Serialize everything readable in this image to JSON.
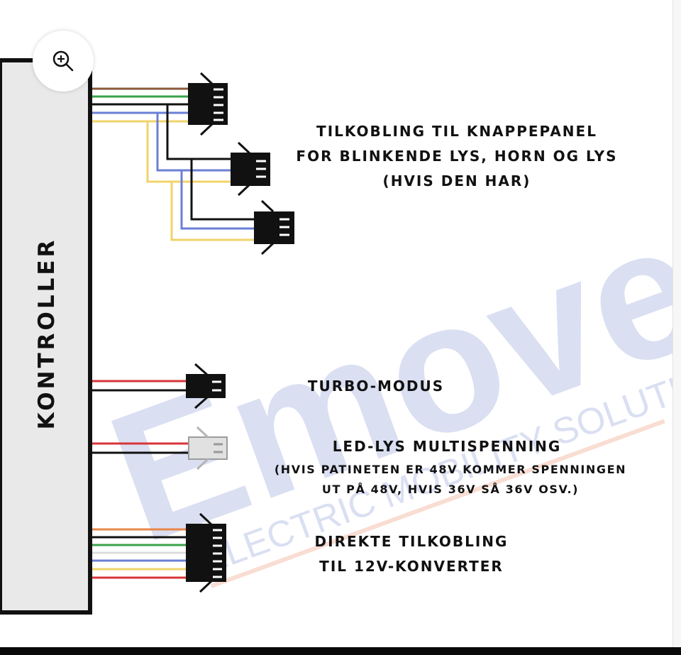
{
  "controller": {
    "label": "KONTROLLER"
  },
  "watermark": {
    "brand": "Emove",
    "tagline": "ELECTRIC MOBILITY SOLUTION"
  },
  "zoom": {
    "icon": "zoom-in-icon"
  },
  "groups": [
    {
      "id": "button-panel",
      "lines": [
        "TILKOBLING TIL KNAPPEPANEL",
        "FOR BLINKENDE LYS, HORN OG LYS",
        "(HVIS DEN HAR)"
      ]
    },
    {
      "id": "turbo",
      "lines": [
        "TURBO-MODUS"
      ]
    },
    {
      "id": "led",
      "lines": [
        "LED-LYS MULTISPENNING"
      ],
      "note_lines": [
        "(HVIS PATINETEN ER 48V KOMMER SPENNINGEN",
        "UT PÅ 48V, HVIS 36V SÅ 36V OSV.)"
      ]
    },
    {
      "id": "converter",
      "lines": [
        "DIREKTE TILKOBLING",
        "TIL 12V-KONVERTER"
      ]
    }
  ],
  "wire_colors": {
    "brown": "#8b5a3c",
    "green": "#3aa34a",
    "black": "#111111",
    "blue": "#6b7fd6",
    "yellow": "#f0d36a",
    "red": "#d7353a",
    "orange": "#e7874a",
    "white": "#dcdcdc"
  },
  "colors": {
    "controller_fill": "#e9e9e9",
    "watermark": "#5a73c6",
    "watermark_accent": "#e66a3a"
  }
}
